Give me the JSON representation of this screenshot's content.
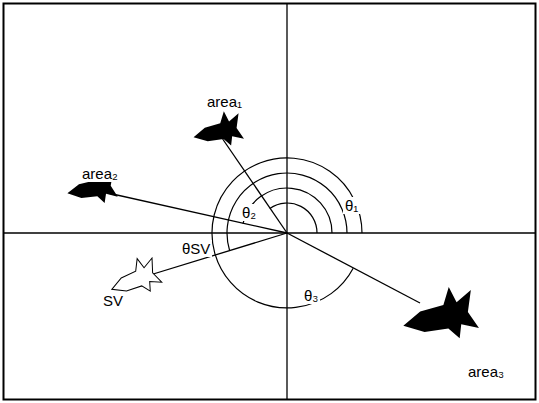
{
  "diagram": {
    "labels": [
      "area₁",
      "area₂",
      "θ₂",
      "θ₁",
      "θSV",
      "SV",
      "θ₃",
      "area₃"
    ]
  }
}
